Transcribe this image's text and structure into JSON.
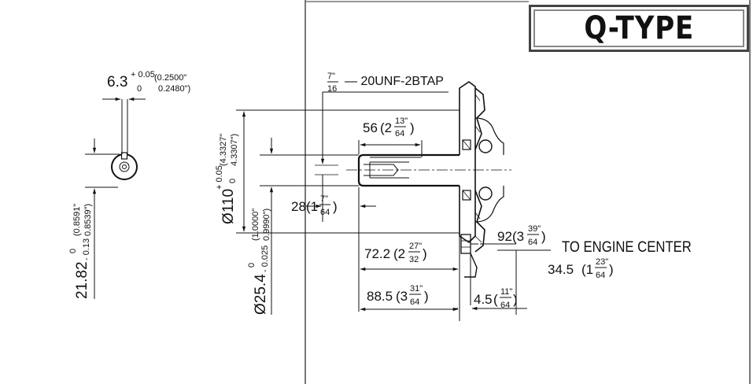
{
  "title": "Q-TYPE",
  "key_dim": {
    "main": "6.3",
    "tol_upper": "+ 0.05",
    "tol_lower": "0",
    "in_upper": "(0.2500\"",
    "in_lower": "0.2480\")"
  },
  "key_depth": {
    "main": "21.82",
    "tol_upper": "0",
    "tol_lower": "- 0.13",
    "in_upper": "(0.8591\"",
    "in_lower": "0.8539\")"
  },
  "flange_dia": {
    "main": "Ø110",
    "tol_upper": "+ 0.05",
    "tol_lower": "0",
    "in_upper": "(4.3327\"",
    "in_lower": "4.3307\")"
  },
  "shaft_dia": {
    "main": "Ø25.4",
    "tol_upper": "0",
    "tol_lower": "- 0.025",
    "in_upper": "(1.0000\"",
    "in_lower": "0.9990\")"
  },
  "tap": {
    "num": "7\"",
    "den": "16",
    "text": "— 20UNF-2BTAP"
  },
  "dim_56": {
    "main": "56",
    "whole": "(2",
    "num": "13\"",
    "den": "64",
    "close": ")"
  },
  "dim_28": {
    "main": "28",
    "whole": "(1",
    "num": "7\"",
    "den": "64",
    "close": ")"
  },
  "dim_72": {
    "main": "72.2",
    "whole": "(2",
    "num": "27\"",
    "den": "32",
    "close": ")"
  },
  "dim_88": {
    "main": "88.5",
    "whole": "(3",
    "num": "31\"",
    "den": "64",
    "close": ")"
  },
  "dim_92": {
    "main": "92",
    "whole": "(3",
    "num": "39\"",
    "den": "64",
    "close": ")"
  },
  "dim_4": {
    "main": "4.5",
    "whole": "(",
    "num": "11\"",
    "den": "64",
    "close": ")"
  },
  "dim_34": {
    "main": "34.5",
    "whole": "(1",
    "num": "23\"",
    "den": "64",
    "close": ")"
  },
  "engine_center": "TO ENGINE CENTER"
}
